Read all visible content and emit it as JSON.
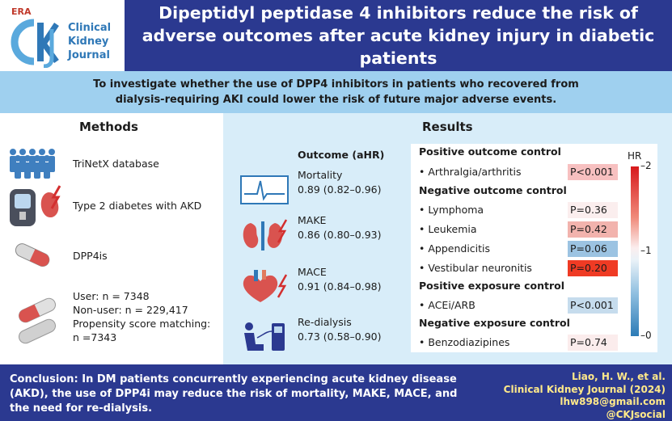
{
  "header": {
    "journal_badge": "ERA",
    "journal_mark": "ckj",
    "journal_name": [
      "Clinical",
      "Kidney",
      "Journal"
    ],
    "title": "Dipeptidyl peptidase 4 inhibitors reduce the risk of adverse outcomes after acute kidney injury in diabetic patients"
  },
  "aim": "To investigate whether the use of DPP4 inhibitors in patients who recovered from dialysis-requiring AKI could lower the risk of future major adverse events.",
  "methods": {
    "title": "Methods",
    "items": [
      {
        "icon": "people-icon",
        "text": "TriNetX database"
      },
      {
        "icon": "glucose-meter-kidney-icon",
        "text": "Type 2 diabetes with AKD"
      },
      {
        "icon": "capsule-icon",
        "text": "DPP4is"
      },
      {
        "icon": "pills-icon",
        "lines": [
          "User: n = 7348",
          "Non-user: n = 229,417",
          "Propensity score matching:",
          "n =7343"
        ]
      }
    ]
  },
  "results": {
    "title": "Results",
    "outcome_header": "Outcome (aHR)",
    "outcomes": [
      {
        "icon": "ecg-icon",
        "name": "Mortality",
        "value": "0.89 (0.82–0.96)"
      },
      {
        "icon": "kidney-icon",
        "name": "MAKE",
        "value": "0.86 (0.80–0.93)"
      },
      {
        "icon": "heart-icon",
        "name": "MACE",
        "value": "0.91 (0.84–0.98)"
      },
      {
        "icon": "dialysis-icon",
        "name": "Re-dialysis",
        "value": "0.73 (0.58–0.90)"
      }
    ],
    "controls": [
      {
        "group": "Positive outcome control",
        "items": [
          {
            "name": "Arthralgia/arthritis",
            "p": "P<0.001",
            "color": "#f7c0c0"
          }
        ]
      },
      {
        "group": "Negative outcome control",
        "items": [
          {
            "name": "Lymphoma",
            "p": "P=0.36",
            "color": "#fbeeee"
          },
          {
            "name": "Leukemia",
            "p": "P=0.42",
            "color": "#f2b3ad"
          },
          {
            "name": "Appendicitis",
            "p": "P=0.06",
            "color": "#9cc3e2"
          },
          {
            "name": "Vestibular neuronitis",
            "p": "P=0.20",
            "color": "#ef3b24"
          }
        ]
      },
      {
        "group": "Positive exposure control",
        "items": [
          {
            "name": "ACEi/ARB",
            "p": "P<0.001",
            "color": "#c6dced"
          }
        ]
      },
      {
        "group": "Negative exposure control",
        "items": [
          {
            "name": "Benzodiazipines",
            "p": "P=0.74",
            "color": "#fbecec"
          }
        ]
      }
    ],
    "colorbar": {
      "title": "HR",
      "top": "2",
      "mid": "1",
      "bottom": "0",
      "high_color": "#d7191c",
      "low_color": "#2c7bb6"
    }
  },
  "footer": {
    "conclusion": "Conclusion: In DM patients concurrently experiencing acute kidney disease (AKD), the use of DPP4i may reduce the risk of mortality, MAKE, MACE, and the need for re-dialysis.",
    "cite": [
      "Liao, H. W., et al.",
      "Clinical Kidney Journal (2024)",
      "lhw898@gmail.com",
      "@CKJsocial"
    ]
  },
  "colors": {
    "navy": "#2b3990",
    "banner": "#9fd0ef",
    "results_bg": "#d8edf9",
    "cite": "#ffe98a"
  }
}
